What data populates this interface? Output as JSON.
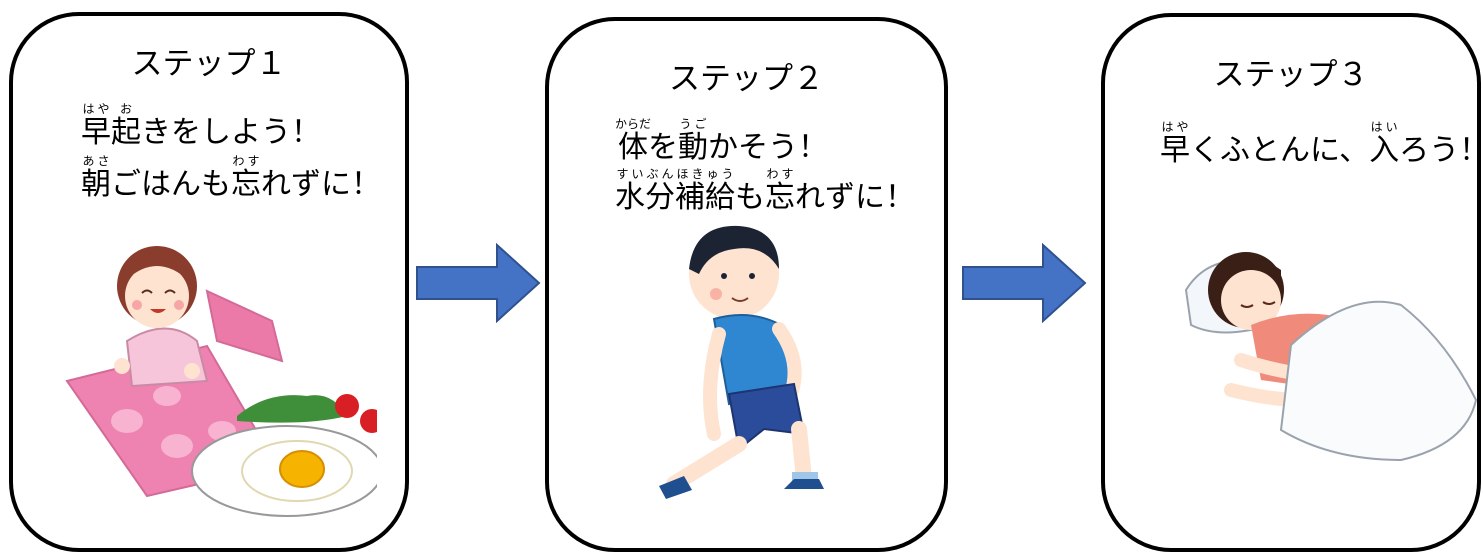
{
  "steps": [
    {
      "title": "ステップ１",
      "line1": {
        "w1": "早",
        "r1": "はや",
        "w2": "起",
        "r2": "お",
        "rest": "きをしよう！"
      },
      "line2": {
        "w1": "朝",
        "r1": "あさ",
        "mid": "ごはんも",
        "w2": "忘",
        "r2": "わす",
        "rest": "れずに！"
      },
      "illustration": "girl-waking-up-with-breakfast"
    },
    {
      "title": "ステップ２",
      "line1": {
        "w1": "体",
        "r1": "からだ",
        "mid": "を",
        "w2": "動",
        "r2": "うご",
        "rest": "かそう！"
      },
      "line2": {
        "w1": "水分補給",
        "r1": "すいぶんほきゅう",
        "mid": "も",
        "w2": "忘",
        "r2": "わす",
        "rest": "れずに！"
      },
      "illustration": "boy-stretching"
    },
    {
      "title": "ステップ３",
      "line1": {
        "w1": "早",
        "r1": "はや",
        "mid": "くふとんに、",
        "w2": "入",
        "r2": "はい",
        "rest": "ろう！"
      },
      "illustration": "girl-sleeping-in-futon"
    }
  ],
  "arrow_color": "#4472c4",
  "arrow_border": "#2f528f"
}
